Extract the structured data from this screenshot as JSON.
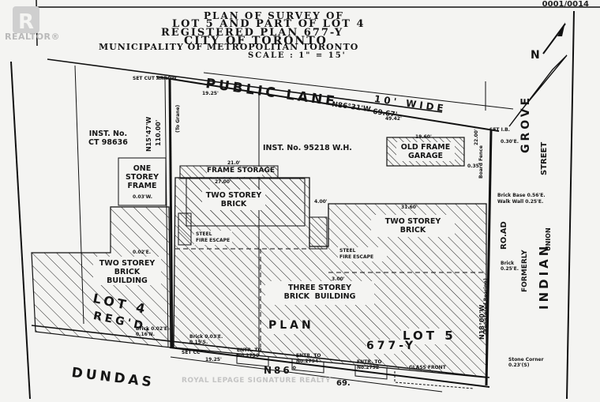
{
  "doc_code": "0001/0014",
  "watermark_top": "REALTOR®",
  "watermark_bottom": "ROYAL LEPAGE SIGNATURE REALTY",
  "title": {
    "line1": "PLAN OF SURVEY OF",
    "line2": "LOT 5 AND PART OF LOT 4",
    "line3": "REGISTERED PLAN 677-Y",
    "line4": "CITY OF TORONTO",
    "line5": "MUNICIPALITY OF METROPOLITAN TORONTO",
    "scale": "SCALE : 1\" = 15'"
  },
  "streets": {
    "lane_name": "PUBLIC LANE",
    "lane_width": "10' WIDE",
    "south_street": "DUNDAS",
    "east_grove": "GROVE",
    "east_street": "STREET",
    "east_indian": "INDIAN",
    "east_formerly": "FORMERLY",
    "east_union": "UNION",
    "east_road": "RO.AD"
  },
  "instruments": {
    "west": "INST. No.\nCT 98636",
    "central": "INST. No. 95218 W.H."
  },
  "buildings": {
    "old_frame_garage": "OLD FRAME\nGARAGE",
    "one_storey_frame": "ONE\nSTOREY\nFRAME",
    "frame_storage": "FRAME STORAGE",
    "two_storey_brick_a": "TWO STOREY\nBRICK",
    "two_storey_brick_b": "TWO STOREY\nBRICK",
    "two_storey_brick_building": "TWO STOREY\nBRICK\nBUILDING",
    "three_storey": "THREE STOREY\nBRICK  BUILDING",
    "steel_fire_escape_a": "STEEL\nFIRE ESCAPE",
    "steel_fire_escape_b": "STEEL\nFIRE ESCAPE"
  },
  "lots": {
    "lot4": "LOT 4",
    "reg_d": "REG'D.",
    "plan": "PLAN",
    "lot5": "LOT 5",
    "plan_no": "677-Y"
  },
  "measurements": {
    "lane_bearing": "N86°31'W",
    "lane_dist": "69.67'",
    "lane_partial": "19.25'",
    "lane_right": "49.42'",
    "south_bearing": "N86°",
    "south_dist": "69.",
    "south_partial": "19.25'",
    "west_bearing": "N15°47'W",
    "west_dist": "110.00'",
    "west_note": "(To Grane)",
    "east_bearing": "N18°00'W",
    "east_note": "(Registered Bearing)",
    "set_cut_arrow": "SET CUT ARROW",
    "set_ib": "SET I.B.",
    "offset_030": "0.30'E.",
    "offset_035": "0.35'",
    "garage_width": "19.60'",
    "garage_depth": "22.00'",
    "bldg_width_a": "21.0'",
    "bldg_width_b": "27.00'",
    "bldg_width_c": "31.60'",
    "offset_400": "4.00'",
    "offset_300": "3.00'",
    "brick_base": "Brick Base 0.56'E.",
    "walk_wall": "Walk Wall 0.25'E.",
    "brick_025": "Brick\n0.25'E.",
    "brick_west": "Brick 0.02'E.\n0.16'N.",
    "brick_mid": "Brick 0.03'E.\n0.15'S.",
    "board_fence": "Board Fence",
    "stone_corner": "Stone Corner\n0.23'(S)",
    "set_cc": "SET CC",
    "offset_003w": "0.03'W.",
    "offset_002e": "0.02'E."
  },
  "entrances": {
    "e1": "ENTR. TO\nNo.2790",
    "e2": "ENTR. TO\nNo.2794",
    "e3": "ENTR. TO\nNo.2792",
    "glass_front": "GLASS FRONT"
  }
}
